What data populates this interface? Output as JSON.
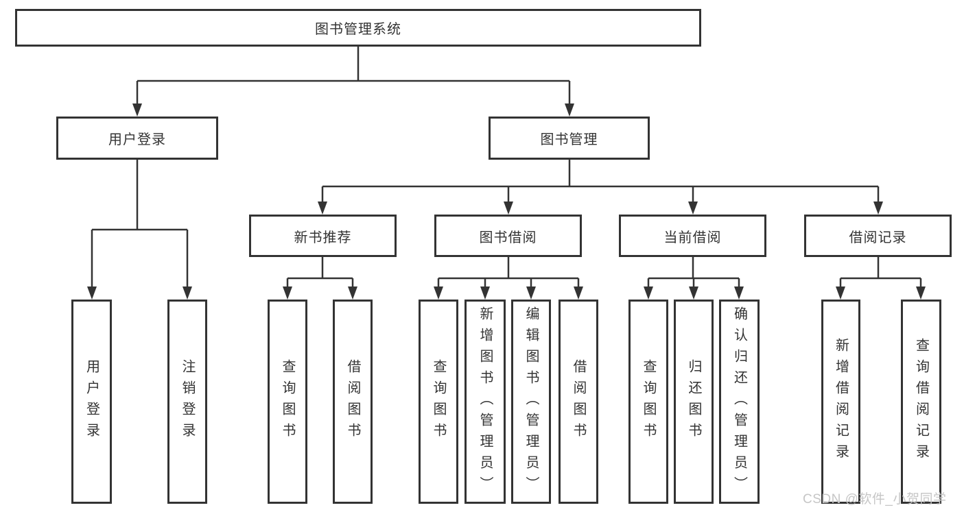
{
  "diagram": {
    "title": "图书管理系统",
    "root": {
      "label": "图书管理系统"
    },
    "level2": {
      "user_login": {
        "label": "用户登录"
      },
      "book_management": {
        "label": "图书管理"
      }
    },
    "level3": {
      "new_book_recommend": {
        "label": "新书推荐"
      },
      "book_borrow": {
        "label": "图书借阅"
      },
      "current_borrow": {
        "label": "当前借阅"
      },
      "borrow_record": {
        "label": "借阅记录"
      }
    },
    "leaves": {
      "user_login": [
        "用户登录",
        "注销登录"
      ],
      "new_book_recommend": [
        "查询图书",
        "借阅图书"
      ],
      "book_borrow": [
        "查询图书",
        "新增图书（管理员）",
        "编辑图书（管理员）",
        "借阅图书"
      ],
      "current_borrow": [
        "查询图书",
        "归还图书",
        "确认归还（管理员）"
      ],
      "borrow_record": [
        "新增借阅记录",
        "查询借阅记录"
      ]
    }
  },
  "watermark": "CSDN @软件_小贺同学",
  "colors": {
    "line": "#333333",
    "text": "#333333",
    "background": "#ffffff",
    "watermark": "#c6c6c6"
  }
}
